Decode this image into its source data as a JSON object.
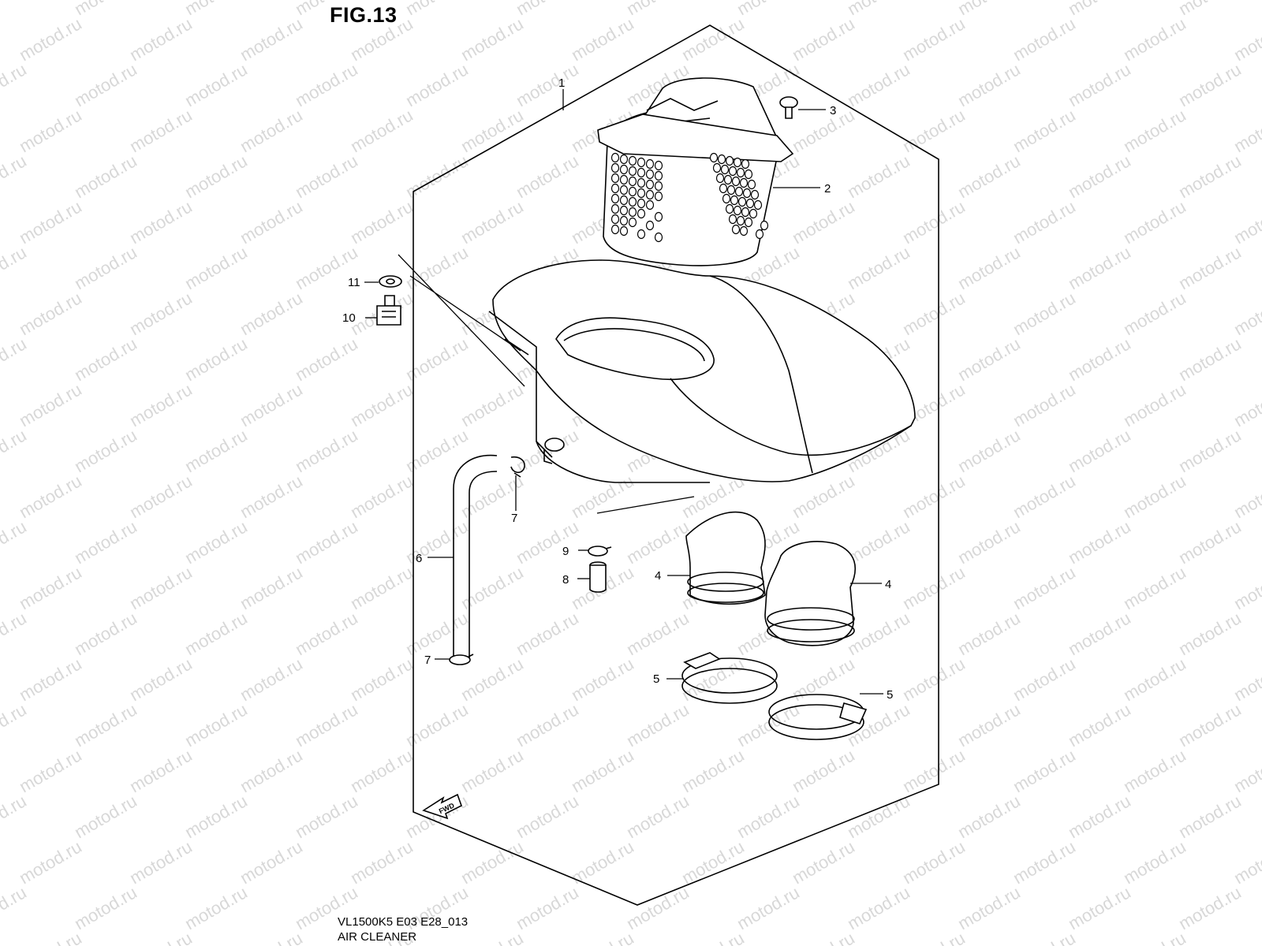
{
  "figure": {
    "title": "FIG.13",
    "model_code": "VL1500K5 E03 E28_013",
    "name": "AIR CLEANER",
    "watermark": "motod.ru",
    "fwd_label": "FWD"
  },
  "callouts": [
    {
      "id": "c1",
      "label": "1"
    },
    {
      "id": "c2",
      "label": "2"
    },
    {
      "id": "c3",
      "label": "3"
    },
    {
      "id": "c4a",
      "label": "4"
    },
    {
      "id": "c4b",
      "label": "4"
    },
    {
      "id": "c5a",
      "label": "5"
    },
    {
      "id": "c5b",
      "label": "5"
    },
    {
      "id": "c6",
      "label": "6"
    },
    {
      "id": "c7a",
      "label": "7"
    },
    {
      "id": "c7b",
      "label": "7"
    },
    {
      "id": "c8",
      "label": "8"
    },
    {
      "id": "c9",
      "label": "9"
    },
    {
      "id": "c10",
      "label": "10"
    },
    {
      "id": "c11",
      "label": "11"
    }
  ],
  "colors": {
    "line": "#000000",
    "watermark": "#d8d8d8",
    "background": "#ffffff"
  }
}
